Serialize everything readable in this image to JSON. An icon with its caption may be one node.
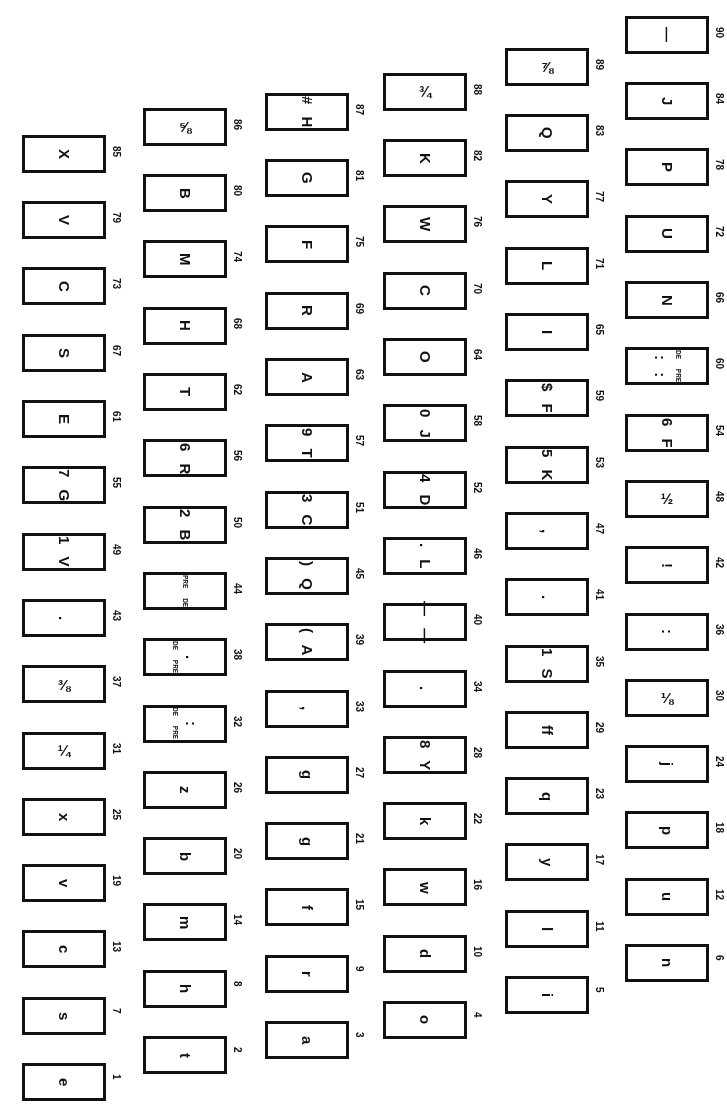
{
  "diagram": {
    "nodes": [
      {
        "text": [
          "e"
        ],
        "beside": [
          "1"
        ]
      },
      {
        "text": [
          "t"
        ],
        "beside": [
          "2"
        ]
      },
      {
        "text": [
          "a"
        ],
        "beside": [
          "3"
        ]
      },
      {
        "text": [
          "o"
        ],
        "beside": [
          "4"
        ]
      },
      {
        "text": [
          "i"
        ],
        "beside": [
          "5"
        ]
      },
      {
        "text": [
          "n"
        ],
        "beside": [
          "6"
        ]
      },
      {
        "text": [
          "s"
        ],
        "beside": [
          "7"
        ]
      },
      {
        "text": [
          "h"
        ],
        "beside": [
          "8"
        ]
      },
      {
        "text": [
          "r"
        ],
        "beside": [
          "9"
        ]
      },
      {
        "text": [
          "d"
        ],
        "beside": [
          "10"
        ]
      },
      {
        "text": [
          "l"
        ],
        "beside": [
          "11"
        ]
      },
      {
        "text": [
          "u"
        ],
        "beside": [
          "12"
        ]
      },
      {
        "text": [
          "c"
        ],
        "beside": [
          "13"
        ]
      },
      {
        "text": [
          "m"
        ],
        "beside": [
          "14"
        ]
      },
      {
        "text": [
          "f"
        ],
        "beside": [
          "15"
        ]
      },
      {
        "text": [
          "w"
        ],
        "beside": [
          "16"
        ]
      },
      {
        "text": [
          "y"
        ],
        "beside": [
          "17"
        ]
      },
      {
        "text": [
          "p"
        ],
        "beside": [
          "18"
        ]
      },
      {
        "text": [
          "v"
        ],
        "beside": [
          "19"
        ]
      },
      {
        "text": [
          "b"
        ],
        "beside": [
          "20"
        ]
      },
      {
        "text": [
          "g"
        ],
        "beside": [
          "21"
        ]
      },
      {
        "text": [
          "k"
        ],
        "beside": [
          "22"
        ]
      },
      {
        "text": [
          "q"
        ],
        "beside": [
          "23"
        ]
      },
      {
        "text": [
          "j"
        ],
        "beside": [
          "24"
        ]
      },
      {
        "text": [
          "x"
        ],
        "beside": [
          "25"
        ]
      },
      {
        "text": [
          "z"
        ],
        "beside": [
          "26"
        ]
      },
      {
        "text": [
          "g"
        ],
        "beside": [
          "27"
        ]
      },
      {
        "text": [
          "8 Y"
        ],
        "beside": [
          "28"
        ]
      },
      {
        "text": [
          "ff"
        ],
        "beside": [
          "29"
        ]
      },
      {
        "text": [
          "⅛"
        ],
        "beside": [
          "30"
        ]
      },
      {
        "text": [
          "¼"
        ],
        "beside": [
          "31"
        ]
      },
      {
        "text": [
          "DE PRE",
          ":"
        ],
        "beside": [
          "32"
        ]
      },
      {
        "text": [
          ","
        ],
        "beside": [
          "33"
        ]
      },
      {
        "text": [
          "."
        ],
        "beside": [
          "34"
        ]
      },
      {
        "text": [
          "1 S"
        ],
        "beside": [
          "35"
        ]
      },
      {
        "text": [
          ":"
        ],
        "beside": [
          "36"
        ]
      },
      {
        "text": [
          "⅜"
        ],
        "beside": [
          "37"
        ]
      },
      {
        "text": [
          "DE PRE",
          "."
        ],
        "beside": [
          "38"
        ]
      },
      {
        "text": [
          "( A"
        ],
        "beside": [
          "39"
        ]
      },
      {
        "text": [
          "— —"
        ],
        "beside": [
          "40"
        ]
      },
      {
        "text": [
          "."
        ],
        "beside": [
          "41"
        ]
      },
      {
        "text": [
          "!"
        ],
        "beside": [
          "42"
        ]
      },
      {
        "text": [
          "."
        ],
        "beside": [
          "43"
        ]
      },
      {
        "text": [
          "PRE DE"
        ],
        "beside": [
          "44"
        ]
      },
      {
        "text": [
          ") Q"
        ],
        "beside": [
          "45"
        ]
      },
      {
        "text": [
          ". L"
        ],
        "beside": [
          "46"
        ]
      },
      {
        "text": [
          ","
        ],
        "beside": [
          "47"
        ]
      },
      {
        "text": [
          "½"
        ],
        "beside": [
          "48"
        ]
      },
      {
        "text": [
          "1 V"
        ],
        "beside": [
          "49"
        ]
      },
      {
        "text": [
          "2 B"
        ],
        "beside": [
          "50"
        ]
      },
      {
        "text": [
          "3 C"
        ],
        "beside": [
          "51"
        ]
      },
      {
        "text": [
          "4 D"
        ],
        "beside": [
          "52"
        ]
      },
      {
        "text": [
          "5 K"
        ],
        "beside": [
          "53"
        ]
      },
      {
        "text": [
          "6 F"
        ],
        "beside": [
          "54"
        ]
      },
      {
        "text": [
          "7 G"
        ],
        "beside": [
          "55"
        ]
      },
      {
        "text": [
          "6 R"
        ],
        "beside": [
          "56"
        ]
      },
      {
        "text": [
          "9 T"
        ],
        "beside": [
          "57"
        ]
      },
      {
        "text": [
          "0 J"
        ],
        "beside": [
          "58"
        ]
      },
      {
        "text": [
          "$ F"
        ],
        "beside": [
          "59"
        ]
      },
      {
        "text": [
          ": :",
          "DE PRE"
        ],
        "beside": [
          "60"
        ]
      },
      {
        "text": [
          "E"
        ],
        "beside": [
          "61"
        ]
      },
      {
        "text": [
          "T"
        ],
        "beside": [
          "62"
        ]
      },
      {
        "text": [
          "A"
        ],
        "beside": [
          "63"
        ]
      },
      {
        "text": [
          "O"
        ],
        "beside": [
          "64"
        ]
      },
      {
        "text": [
          "I"
        ],
        "beside": [
          "65"
        ]
      },
      {
        "text": [
          "N"
        ],
        "beside": [
          "66"
        ]
      },
      {
        "text": [
          "S"
        ],
        "beside": [
          "67"
        ]
      },
      {
        "text": [
          "H"
        ],
        "beside": [
          "68"
        ]
      },
      {
        "text": [
          "R"
        ],
        "beside": [
          "69"
        ]
      },
      {
        "text": [
          "C"
        ],
        "beside": [
          "70"
        ]
      },
      {
        "text": [
          "L"
        ],
        "beside": [
          "71"
        ]
      },
      {
        "text": [
          "U"
        ],
        "beside": [
          "72"
        ]
      },
      {
        "text": [
          "C"
        ],
        "beside": [
          "73"
        ]
      },
      {
        "text": [
          "M"
        ],
        "beside": [
          "74"
        ]
      },
      {
        "text": [
          "F"
        ],
        "beside": [
          "75"
        ]
      },
      {
        "text": [
          "W"
        ],
        "beside": [
          "76"
        ]
      },
      {
        "text": [
          "Y"
        ],
        "beside": [
          "77"
        ]
      },
      {
        "text": [
          "P"
        ],
        "beside": [
          "78"
        ]
      },
      {
        "text": [
          "V"
        ],
        "beside": [
          "79"
        ]
      },
      {
        "text": [
          "B"
        ],
        "beside": [
          "80"
        ]
      },
      {
        "text": [
          "G"
        ],
        "beside": [
          "81"
        ]
      },
      {
        "text": [
          "K"
        ],
        "beside": [
          "82"
        ]
      },
      {
        "text": [
          "Q"
        ],
        "beside": [
          "83"
        ]
      },
      {
        "text": [
          "J"
        ],
        "beside": [
          "84"
        ]
      },
      {
        "text": [
          "X"
        ],
        "beside": [
          "85"
        ]
      },
      {
        "text": [
          "⅝"
        ],
        "beside": [
          "86"
        ]
      },
      {
        "text": [
          "# H"
        ],
        "beside": [
          "87"
        ]
      },
      {
        "text": [
          "¾"
        ],
        "beside": [
          "88"
        ]
      },
      {
        "text": [
          "⅞"
        ],
        "beside": [
          "89"
        ]
      },
      {
        "text": [
          "—"
        ],
        "beside": [
          "90"
        ]
      }
    ]
  }
}
